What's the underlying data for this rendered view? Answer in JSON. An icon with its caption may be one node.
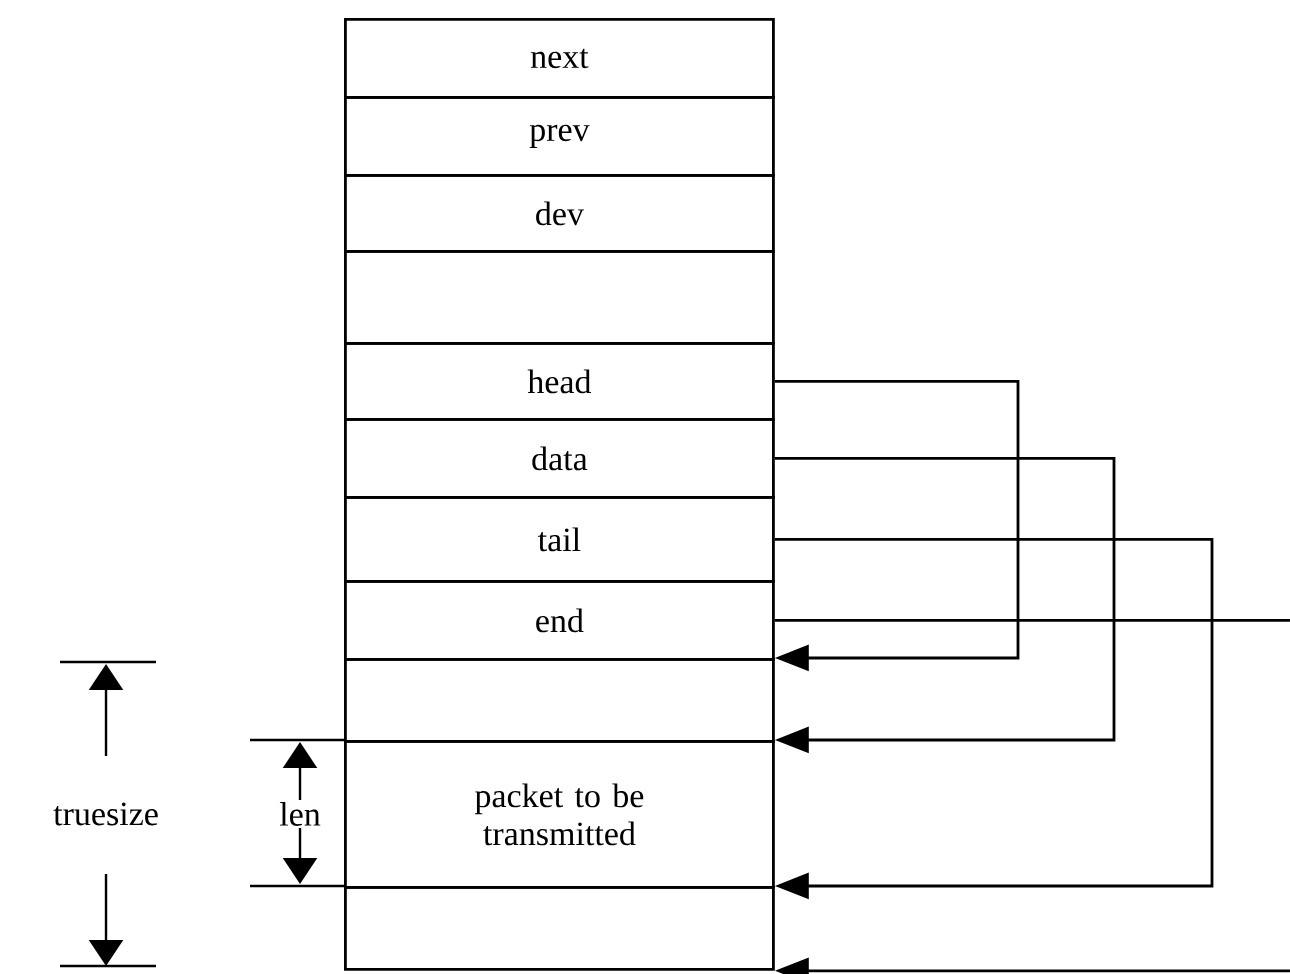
{
  "diagram": {
    "nodes": [
      {
        "text": [
          "next"
        ]
      },
      {
        "text": [
          "prev"
        ]
      },
      {
        "text": [
          "dev"
        ]
      },
      {
        "text": [],
        "shape": "box"
      },
      {
        "text": [
          "head"
        ]
      },
      {
        "text": [
          "data"
        ]
      },
      {
        "text": [
          "tail"
        ]
      },
      {
        "text": [
          "end"
        ]
      },
      {
        "text": [],
        "shape": "box"
      },
      {
        "text": [
          "packet to be transmitted"
        ]
      },
      {
        "text": [],
        "shape": "box"
      }
    ],
    "edges": [
      {
        "from": 4,
        "to": 8,
        "arrow": "to"
      },
      {
        "from": 5,
        "to": 9,
        "arrow": "to"
      },
      {
        "from": 6,
        "to": 10,
        "arrow": "to"
      },
      {
        "from": 7,
        "to": null,
        "arrow": "none"
      },
      {
        "from": null,
        "to": 10,
        "arrow": "to"
      }
    ],
    "labels": [
      "truesize",
      "len"
    ]
  }
}
